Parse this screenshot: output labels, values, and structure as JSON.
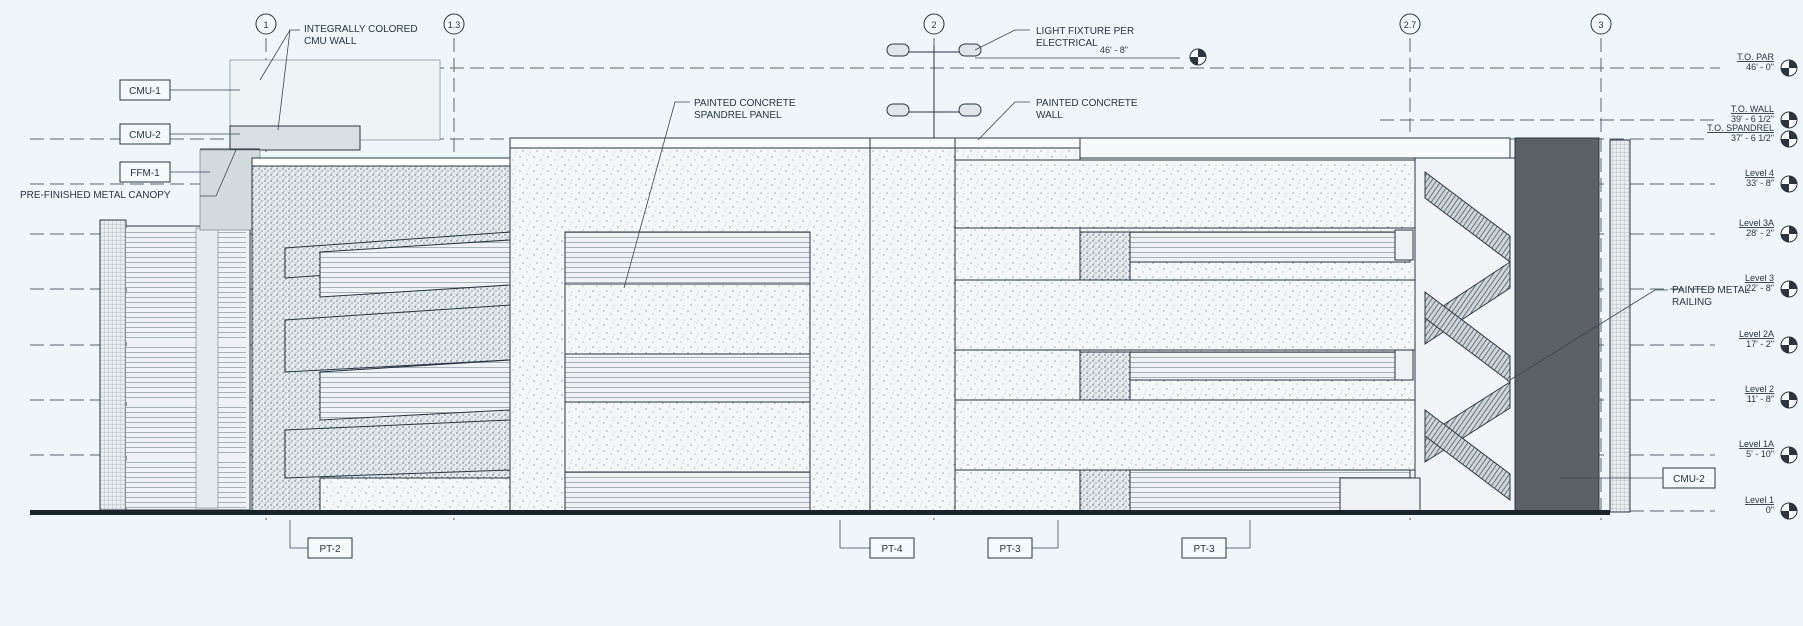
{
  "grid_bubbles": [
    "1",
    "1.3",
    "2",
    "2.7",
    "3"
  ],
  "notes": {
    "cmu_wall": [
      "INTEGRALLY COLORED",
      "CMU WALL"
    ],
    "light_fixture": [
      "LIGHT FIXTURE PER",
      "ELECTRICAL"
    ],
    "light_fixture_elev": "46' - 8\"",
    "spandrel_panel": [
      "PAINTED CONCRETE",
      "SPANDREL PANEL"
    ],
    "concrete_wall": [
      "PAINTED CONCRETE",
      "WALL"
    ],
    "canopy": "PRE-FINISHED METAL CANOPY",
    "railing": [
      "PAINTED METAL",
      "RAILING"
    ]
  },
  "tags": {
    "cmu1": "CMU-1",
    "cmu2_left": "CMU-2",
    "ffm1": "FFM-1",
    "cmu2_right": "CMU-2",
    "pt2": "PT-2",
    "pt4": "PT-4",
    "pt3_a": "PT-3",
    "pt3_b": "PT-3"
  },
  "levels": [
    {
      "name": "T.O. PAR",
      "elev": "46' - 0\""
    },
    {
      "name": "T.O. WALL",
      "elev": "39' - 6 1/2\""
    },
    {
      "name": "T.O. SPANDREL",
      "elev": "37' - 6 1/2\""
    },
    {
      "name": "Level 4",
      "elev": "33' - 8\""
    },
    {
      "name": "Level 3A",
      "elev": "28' - 2\""
    },
    {
      "name": "Level 3",
      "elev": "22' - 8\""
    },
    {
      "name": "Level 2A",
      "elev": "17' - 2\""
    },
    {
      "name": "Level 2",
      "elev": "11' - 8\""
    },
    {
      "name": "Level 1A",
      "elev": "5' - 10\""
    },
    {
      "name": "Level 1",
      "elev": "0\""
    }
  ]
}
